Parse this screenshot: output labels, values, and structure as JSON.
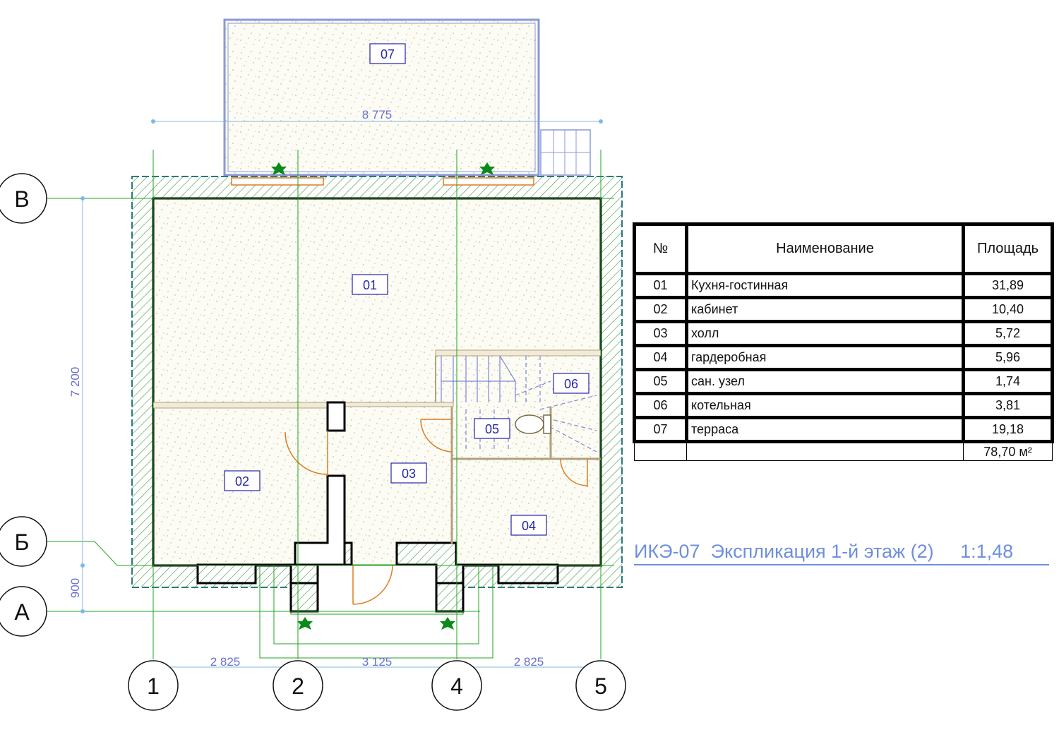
{
  "plan": {
    "dimensions": {
      "overall_width": "8 775",
      "depth_main": "7 200",
      "depth_entry": "900",
      "span_1_2": "2 825",
      "span_2_4": "3 125",
      "span_4_5": "2 825"
    },
    "axes": {
      "vertical": [
        "1",
        "2",
        "4",
        "5"
      ],
      "horizontal": [
        "В",
        "Б",
        "А"
      ]
    },
    "room_tags": [
      "01",
      "02",
      "03",
      "04",
      "05",
      "06",
      "07"
    ]
  },
  "schedule": {
    "headers": {
      "number": "№",
      "name": "Наименование",
      "area": "Площадь"
    },
    "rows": [
      {
        "number": "01",
        "name": "Кухня-гостинная",
        "area": "31,89"
      },
      {
        "number": "02",
        "name": "кабинет",
        "area": "10,40"
      },
      {
        "number": "03",
        "name": "холл",
        "area": "5,72"
      },
      {
        "number": "04",
        "name": "гардеробная",
        "area": "5,96"
      },
      {
        "number": "05",
        "name": "сан. узел",
        "area": "1,74"
      },
      {
        "number": "06",
        "name": "котельная",
        "area": "3,81"
      },
      {
        "number": "07",
        "name": "терраса",
        "area": "19,18"
      }
    ],
    "total_area": "78,70 м²"
  },
  "sheet_title": {
    "code": "ИКЭ-07",
    "name": "Экспликация 1-й этаж (2)",
    "scale": "1:1,48"
  },
  "colors": {
    "wall_outline": "#000000",
    "wall_hatch": "#3f9a3f",
    "grid_line": "#22a322",
    "dimension": "#6a6fd0",
    "room_tag": "#2626a8",
    "door_swing": "#e07a1f",
    "terrace_outline": "#8a9ad8",
    "title": "#6f8fdd"
  }
}
